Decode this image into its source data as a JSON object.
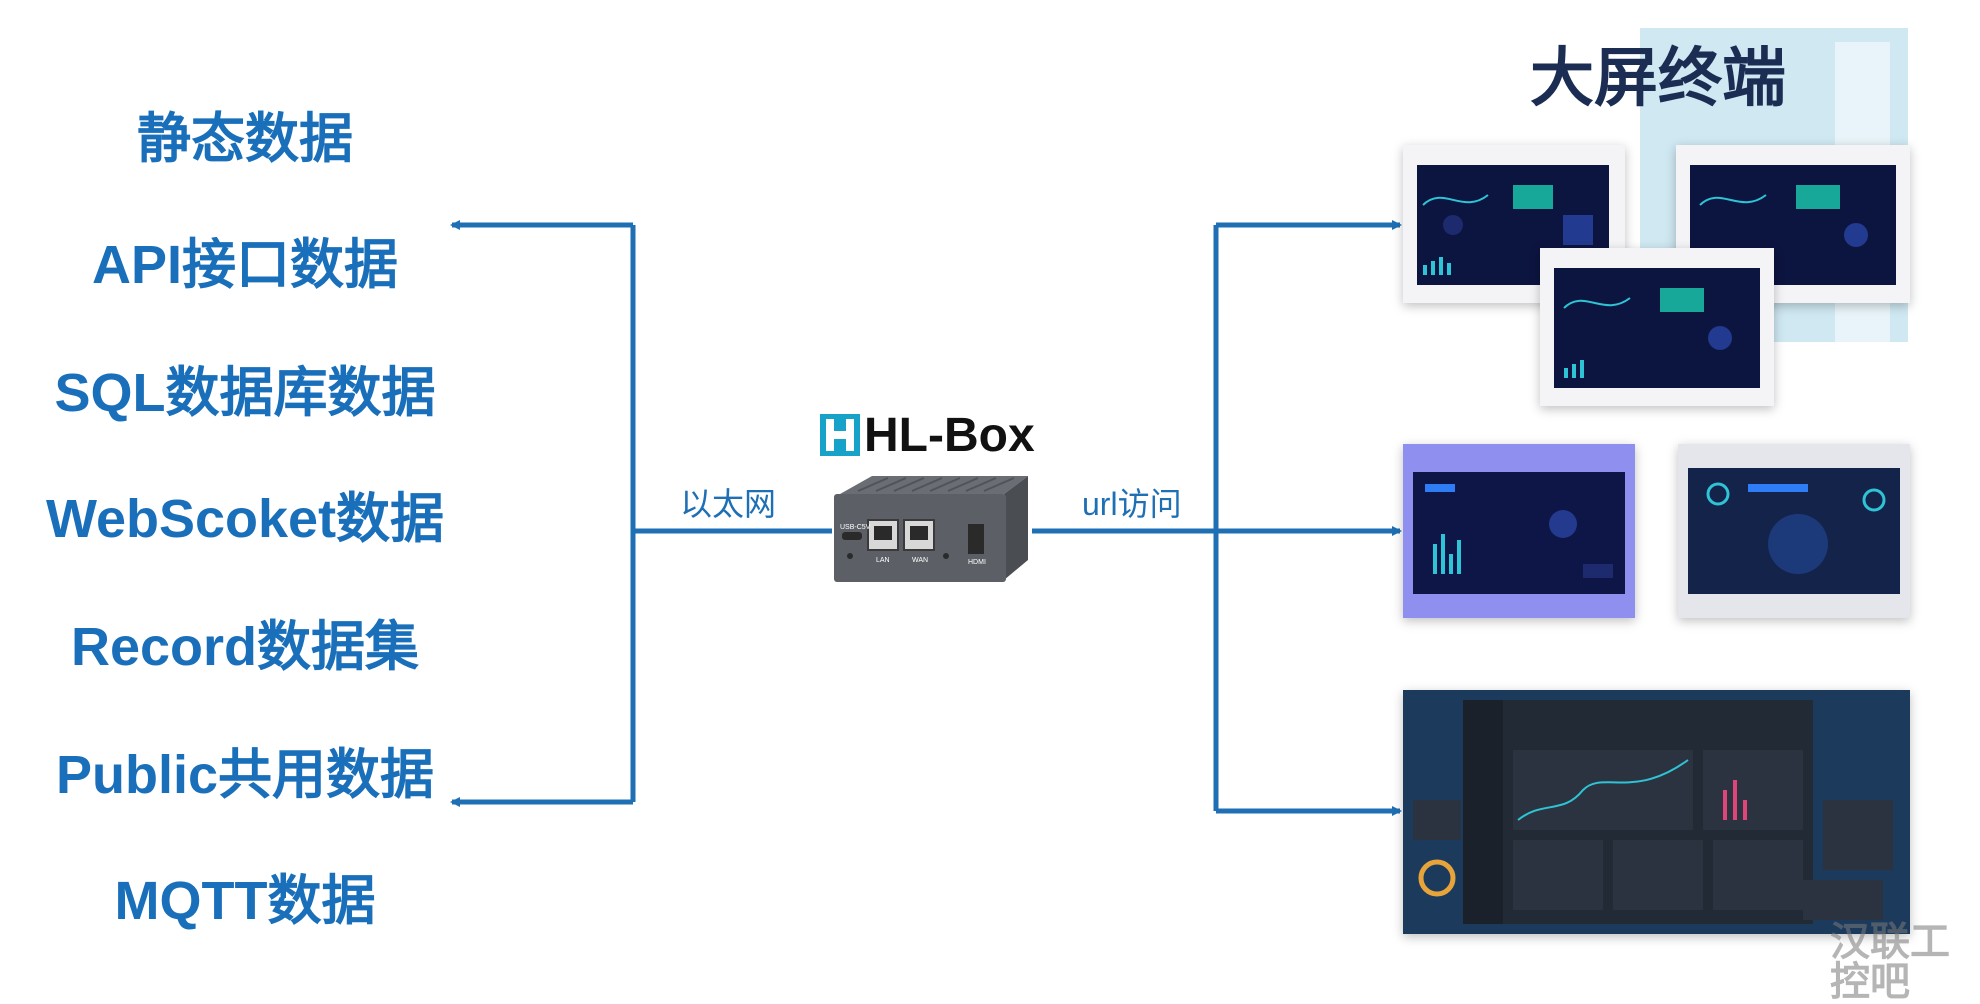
{
  "sources": [
    "静态数据",
    "API接口数据",
    "SQL数据库数据",
    "WebScoket数据",
    "Record数据集",
    "Public共用数据",
    "MQTT数据"
  ],
  "edge_left_label": "以太网",
  "edge_right_label": "url访问",
  "device": {
    "logo_letter": "H",
    "name": "HL-Box",
    "port_labels": [
      "USB-C5V",
      "LAN",
      "WAN",
      "HDMI"
    ]
  },
  "target_title": "大屏终端",
  "watermark": "汉联工控吧",
  "colors": {
    "accent": "#1a6fba",
    "title": "#1b2d52",
    "arrow": "#1f6fb4",
    "screen_bg": "#0c1440"
  }
}
